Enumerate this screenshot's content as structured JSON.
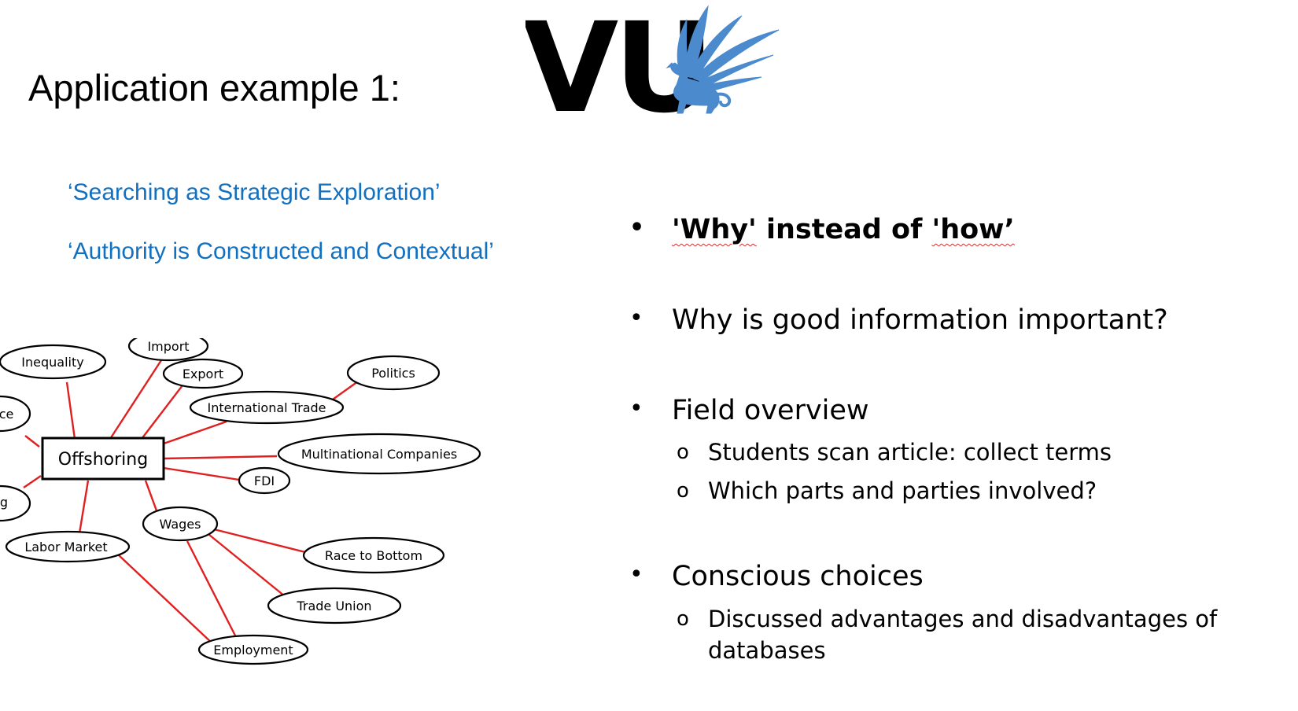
{
  "title": "Application example 1:",
  "logo": {
    "text": "VU",
    "emblem": "griffin-icon",
    "emblem_color": "#4a8acd"
  },
  "frames": [
    "‘Searching as Strategic Exploration’",
    "‘Authority is Constructed and Contextual’"
  ],
  "concept_map": {
    "center": "Offshoring",
    "nodes": {
      "inequality": "Inequality",
      "import": "Import",
      "export": "Export",
      "politics": "Politics",
      "international_trade": "International Trade",
      "multinational": "Multinational Companies",
      "fdi": "FDI",
      "wages": "Wages",
      "labor_market": "Labor Market",
      "race_to_bottom": "Race to Bottom",
      "trade_union": "Trade Union",
      "employment": "Employment",
      "partial_left_top": "ce",
      "partial_left_bottom": "g"
    },
    "edge_color": "#e02020"
  },
  "bullets": {
    "b1": {
      "part1": "'Why'",
      "part2": " instead of ",
      "part3": "'how’"
    },
    "b2": "Why is good information important?",
    "b3": "Field overview",
    "b3_sub": [
      "Students scan article: collect terms",
      "Which parts and parties involved?"
    ],
    "b4": "Conscious choices",
    "b4_sub": [
      "Discussed advantages and disadvantages of",
      "databases"
    ],
    "bullet_glyph": "•",
    "sub_glyph": "o"
  }
}
